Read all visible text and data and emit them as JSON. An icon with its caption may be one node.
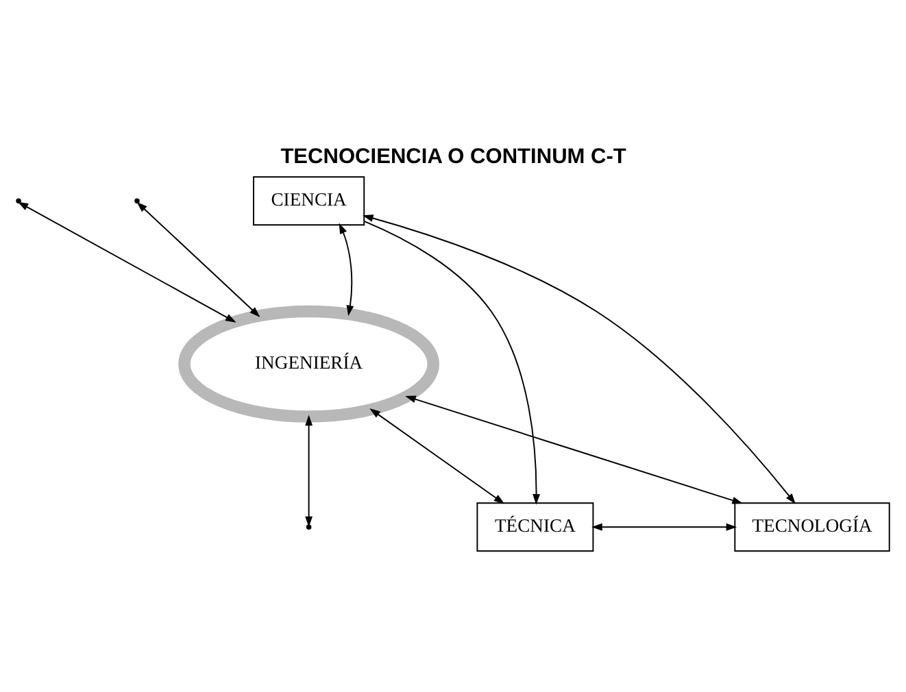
{
  "diagram": {
    "title": "TECNOCIENCIA O CONTINUM C-T",
    "nodes": [
      {
        "text": [
          "CIENCIA"
        ]
      },
      {
        "text": [
          "INGENIERÍA"
        ]
      },
      {
        "text": [
          "TECNOLOGÍA"
        ]
      },
      {
        "text": [
          "TÉCNICA"
        ]
      }
    ],
    "edges": [
      {
        "from": 2,
        "to": 0,
        "arrow": "both"
      },
      {
        "from": 0,
        "to": 3,
        "arrow": "to"
      },
      {
        "from": 1,
        "to": 0,
        "arrow": "both"
      },
      {
        "from": null,
        "to": 1,
        "arrow": "both"
      },
      {
        "from": null,
        "to": 1,
        "arrow": "both"
      },
      {
        "from": 1,
        "to": 2,
        "arrow": "both"
      },
      {
        "from": 1,
        "to": 3,
        "arrow": "both"
      },
      {
        "from": 2,
        "to": 3,
        "arrow": "both"
      },
      {
        "from": 1,
        "to": null,
        "arrow": "both"
      }
    ]
  }
}
